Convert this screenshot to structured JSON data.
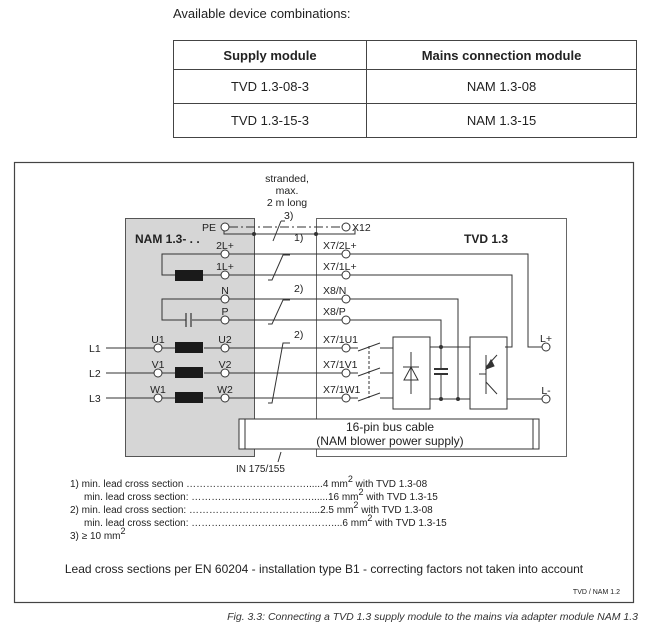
{
  "intro": "Available device combinations:",
  "table": {
    "headers": [
      "Supply module",
      "Mains connection module"
    ],
    "rows": [
      [
        "TVD 1.3-08-3",
        "NAM 1.3-08"
      ],
      [
        "TVD 1.3-15-3",
        "NAM 1.3-15"
      ]
    ]
  },
  "diagram": {
    "cable_note": [
      "stranded,",
      "max.",
      "2 m long"
    ],
    "nam_title": "NAM 1.3- . .",
    "tvd_title": "TVD 1.3",
    "nam_terminals": [
      "PE",
      "2L+",
      "1L+",
      "N",
      "P",
      "U1",
      "U2",
      "V1",
      "V2",
      "W1",
      "W2"
    ],
    "tvd_terminals": [
      "X12",
      "X7/2L+",
      "X7/1L+",
      "X8/N",
      "X8/P",
      "X7/1U1",
      "X7/1V1",
      "X7/1W1"
    ],
    "mains_lines": [
      "L1",
      "L2",
      "L3"
    ],
    "dc_outputs": [
      "L+",
      "L-"
    ],
    "footnote_marks": [
      "3)",
      "1)",
      "2)",
      "2)"
    ],
    "bus_cable": [
      "16-pin bus cable",
      "(NAM blower power supply)"
    ],
    "drawing_id": "IN 175/155",
    "notes": [
      {
        "prefix": "1) ",
        "label": "min. lead cross section",
        "dots": " ………………………………......",
        "value": "4 mm",
        "sup": "2",
        "suffix": " with TVD 1.3-08"
      },
      {
        "prefix": "",
        "label": "min. lead cross section:",
        "dots": " ………………………………......",
        "value": "16 mm",
        "sup": "2",
        "suffix": " with TVD 1.3-15"
      },
      {
        "prefix": "2) ",
        "label": "min. lead cross section:",
        "dots": " ………………………………....",
        "value": "2.5 mm",
        "sup": "2",
        "suffix": " with TVD 1.3-08"
      },
      {
        "prefix": "",
        "label": "min. lead cross section:",
        "dots": " ……………………………………....",
        "value": "6 mm",
        "sup": "2",
        "suffix": " with TVD 1.3-15"
      },
      {
        "prefix": "3) ",
        "label": "≥ 10 mm",
        "dots": "",
        "value": "",
        "sup": "2",
        "suffix": ""
      }
    ],
    "standard_note": "Lead cross sections per EN 60204 - installation type B1 - correcting factors not taken into account",
    "doc_ref": "TVD / NAM 1.2"
  },
  "caption": "Fig. 3.3:    Connecting a TVD 1.3 supply module to the mains via adapter module NAM 1.3"
}
